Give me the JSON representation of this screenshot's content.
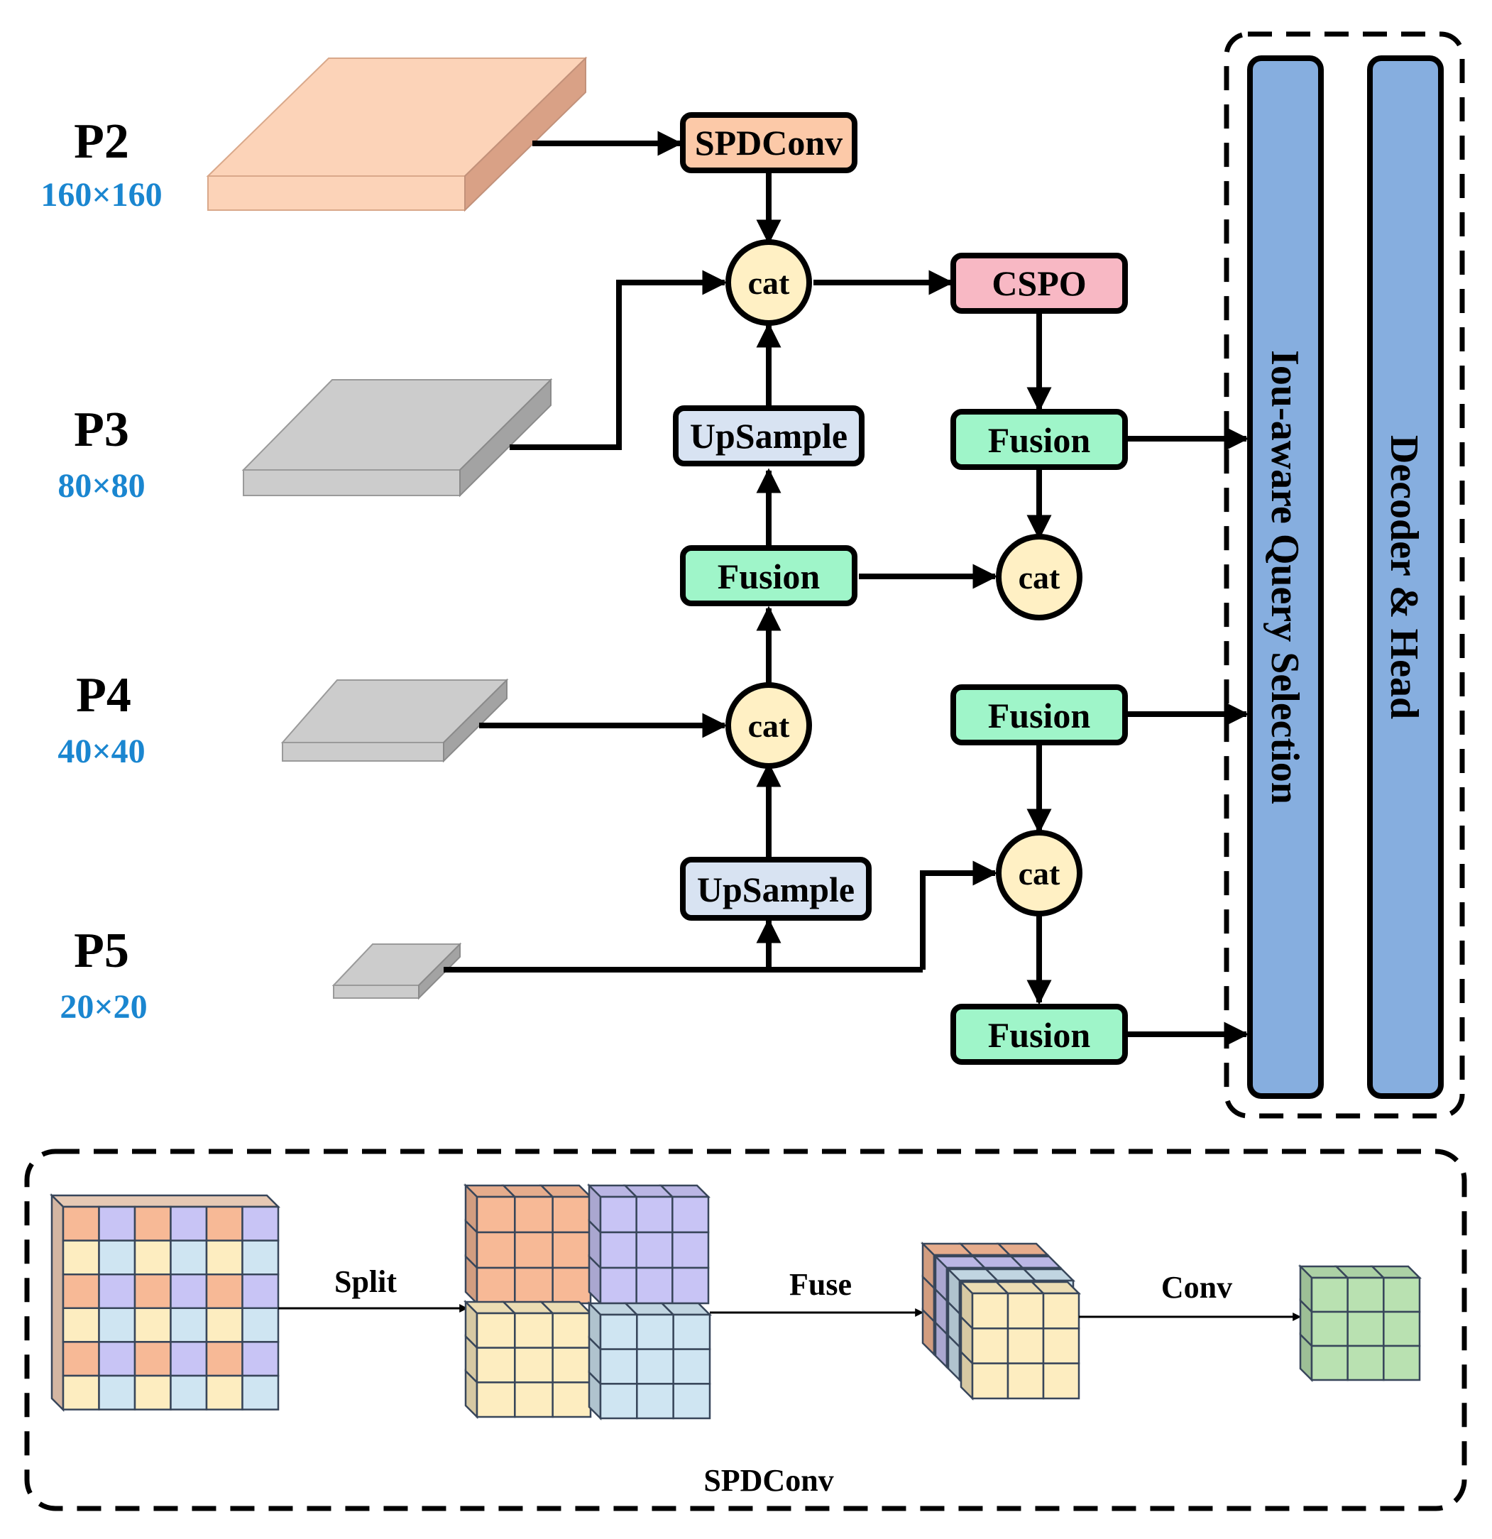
{
  "levels": [
    {
      "label": "P2",
      "size": "160×160"
    },
    {
      "label": "P3",
      "size": "80×80"
    },
    {
      "label": "P4",
      "size": "40×40"
    },
    {
      "label": "P5",
      "size": "20×20"
    }
  ],
  "blocks": {
    "spdconv": "SPDConv",
    "cspo": "CSPO",
    "upsample": "UpSample",
    "fusion": "Fusion",
    "cat": "cat"
  },
  "side": {
    "query_selection": "Iou-aware Query Selection",
    "decoder_head": "Decoder & Head"
  },
  "spd_detail": {
    "split": "Split",
    "fuse": "Fuse",
    "conv": "Conv",
    "title": "SPDConv"
  },
  "colors": {
    "p2_slab": "#fcd3b8",
    "gray_slab": "#cccccc",
    "spdconv_fill": "#fcc9a8",
    "cspo_fill": "#f8b8c4",
    "upsample_fill": "#d8e3f2",
    "fusion_fill": "#9ff5c9",
    "cat_fill": "#fff0c4",
    "side_fill": "#86aedf",
    "orange": "#f7b996",
    "purple": "#c8c4f5",
    "yellow": "#fdedc0",
    "blue": "#cfe5f2",
    "green": "#b9e1b1",
    "size_text": "#1a86d0"
  }
}
